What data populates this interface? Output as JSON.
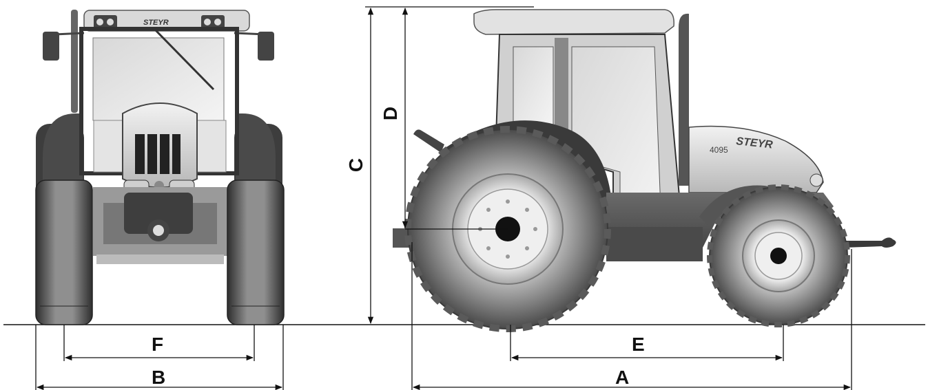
{
  "dimensions": {
    "a": "A",
    "b": "B",
    "c": "C",
    "d": "D",
    "e": "E",
    "f": "F"
  },
  "tractor": {
    "brand": "STEYR",
    "model": "4095",
    "front_plate": "STEYR"
  },
  "colors": {
    "line": "#111111",
    "tyre_dark": "#3a3a3a",
    "tyre_mid": "#8a8a8a",
    "body_light": "#e6e6e6",
    "body_mid": "#bdbdbd",
    "body_dark": "#555555"
  }
}
